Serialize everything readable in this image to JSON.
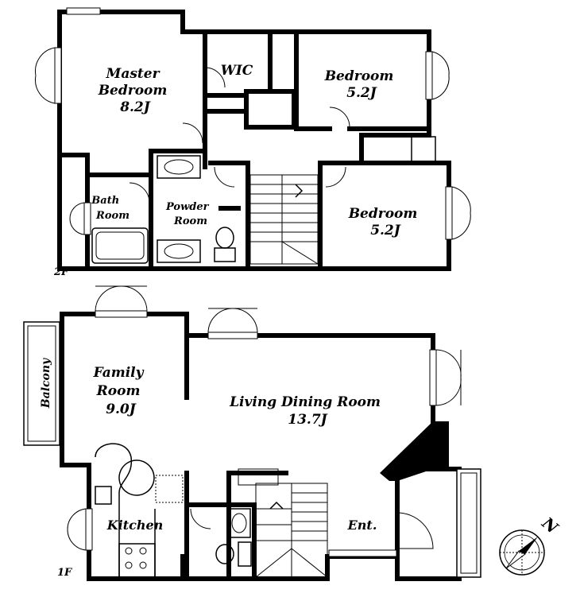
{
  "floors": [
    {
      "label": "2F",
      "rooms": [
        {
          "lines": [
            "Master",
            "Bedroom",
            "8.2J"
          ]
        },
        {
          "lines": [
            "WIC"
          ]
        },
        {
          "lines": [
            "Bedroom",
            "5.2J"
          ]
        },
        {
          "lines": [
            "Bath",
            "Room"
          ]
        },
        {
          "lines": [
            "Powder",
            "Room"
          ]
        },
        {
          "lines": [
            "Bedroom",
            "5.2J"
          ]
        }
      ]
    },
    {
      "label": "1F",
      "rooms": [
        {
          "lines": [
            "Family",
            "Room",
            "9.0J"
          ]
        },
        {
          "lines": [
            "Living Dining Room",
            "13.7J"
          ]
        },
        {
          "lines": [
            "Kitchen"
          ]
        },
        {
          "lines": [
            "Ent."
          ]
        },
        {
          "lines": [
            "Balcony"
          ]
        }
      ]
    }
  ],
  "compass": {
    "north_label": "N",
    "icon": "compass-icon"
  }
}
